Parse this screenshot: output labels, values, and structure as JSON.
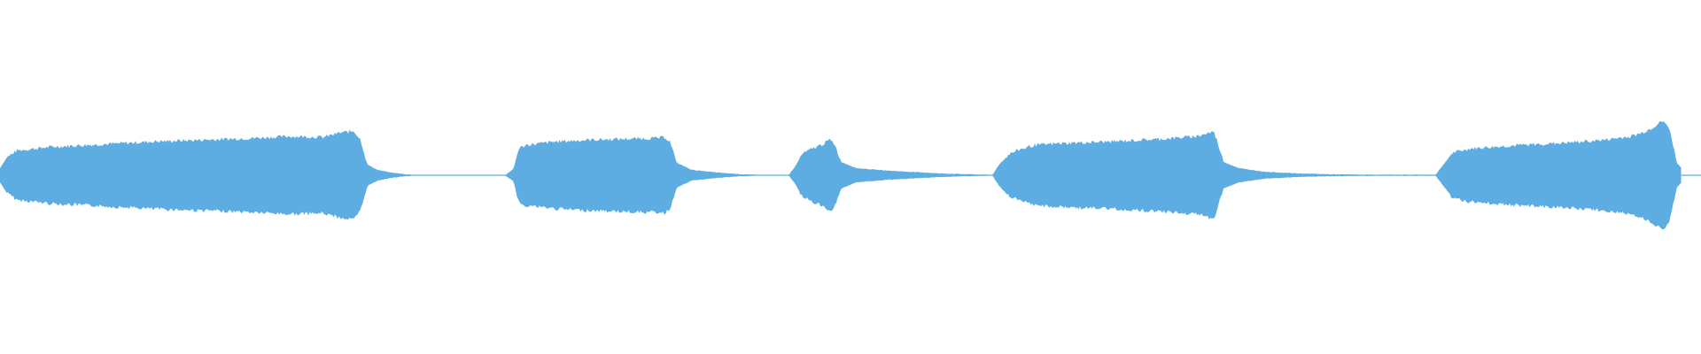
{
  "waveform": {
    "color": "#5dade2",
    "background": "#ffffff",
    "segments": [
      {
        "name": "waveform-segment-1",
        "envelope": [
          [
            0.0,
            0.08
          ],
          [
            0.004,
            0.2
          ],
          [
            0.01,
            0.28
          ],
          [
            0.03,
            0.32
          ],
          [
            0.06,
            0.35
          ],
          [
            0.09,
            0.38
          ],
          [
            0.12,
            0.4
          ],
          [
            0.15,
            0.42
          ],
          [
            0.17,
            0.44
          ],
          [
            0.19,
            0.43
          ],
          [
            0.2,
            0.48
          ],
          [
            0.208,
            0.5
          ],
          [
            0.212,
            0.4
          ],
          [
            0.216,
            0.12
          ],
          [
            0.222,
            0.06
          ],
          [
            0.23,
            0.03
          ],
          [
            0.238,
            0.012
          ],
          [
            0.244,
            0.004
          ]
        ]
      },
      {
        "name": "waveform-segment-2",
        "envelope": [
          [
            0.0,
            0.0
          ],
          [
            0.005,
            0.07
          ],
          [
            0.008,
            0.3
          ],
          [
            0.012,
            0.34
          ],
          [
            0.03,
            0.38
          ],
          [
            0.05,
            0.4
          ],
          [
            0.07,
            0.41
          ],
          [
            0.09,
            0.42
          ],
          [
            0.094,
            0.43
          ],
          [
            0.097,
            0.38
          ],
          [
            0.101,
            0.14
          ],
          [
            0.11,
            0.06
          ],
          [
            0.125,
            0.03
          ],
          [
            0.14,
            0.01
          ],
          [
            0.15,
            0.003
          ]
        ]
      },
      {
        "name": "waveform-segment-3",
        "envelope": [
          [
            0.0,
            0.0
          ],
          [
            0.004,
            0.1
          ],
          [
            0.008,
            0.24
          ],
          [
            0.014,
            0.3
          ],
          [
            0.02,
            0.35
          ],
          [
            0.024,
            0.4
          ],
          [
            0.027,
            0.36
          ],
          [
            0.031,
            0.15
          ],
          [
            0.04,
            0.08
          ],
          [
            0.06,
            0.05
          ],
          [
            0.09,
            0.02
          ],
          [
            0.115,
            0.006
          ],
          [
            0.12,
            0.003
          ]
        ]
      },
      {
        "name": "waveform-segment-4",
        "envelope": [
          [
            0.0,
            0.0
          ],
          [
            0.004,
            0.12
          ],
          [
            0.01,
            0.24
          ],
          [
            0.016,
            0.29
          ],
          [
            0.025,
            0.34
          ],
          [
            0.04,
            0.36
          ],
          [
            0.07,
            0.38
          ],
          [
            0.1,
            0.41
          ],
          [
            0.12,
            0.44
          ],
          [
            0.128,
            0.48
          ],
          [
            0.13,
            0.5
          ],
          [
            0.132,
            0.4
          ],
          [
            0.136,
            0.15
          ],
          [
            0.145,
            0.08
          ],
          [
            0.16,
            0.04
          ],
          [
            0.18,
            0.02
          ],
          [
            0.2,
            0.01
          ],
          [
            0.22,
            0.006
          ],
          [
            0.26,
            0.005
          ]
        ]
      },
      {
        "name": "waveform-segment-5",
        "envelope": [
          [
            0.0,
            0.0
          ],
          [
            0.004,
            0.1
          ],
          [
            0.01,
            0.25
          ],
          [
            0.02,
            0.3
          ],
          [
            0.05,
            0.34
          ],
          [
            0.08,
            0.37
          ],
          [
            0.1,
            0.4
          ],
          [
            0.115,
            0.44
          ],
          [
            0.122,
            0.48
          ],
          [
            0.128,
            0.54
          ],
          [
            0.133,
            0.61
          ],
          [
            0.137,
            0.56
          ],
          [
            0.139,
            0.42
          ],
          [
            0.142,
            0.14
          ],
          [
            0.145,
            0.08
          ]
        ]
      }
    ]
  }
}
